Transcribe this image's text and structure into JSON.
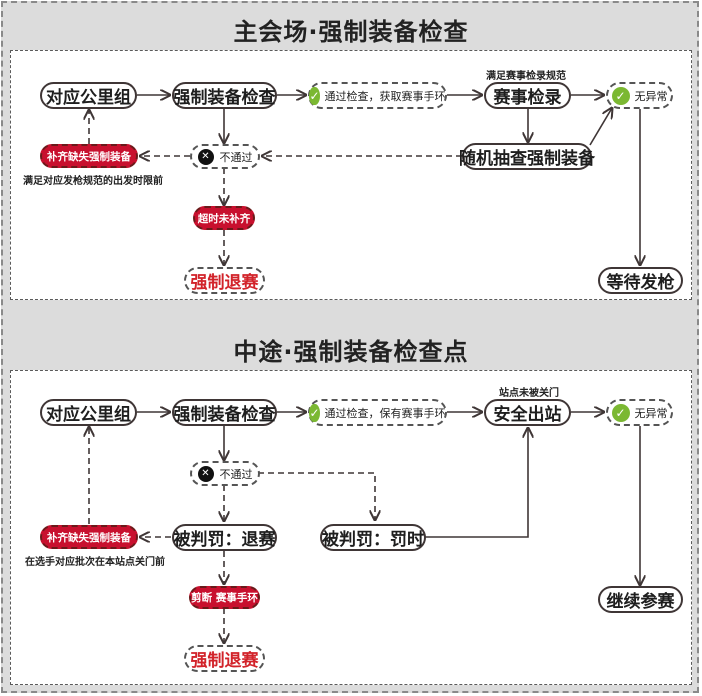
{
  "sections": [
    {
      "title": "主会场·强制装备检查",
      "nodes": {
        "start": "对应公里组",
        "check": "强制装备检查",
        "pass": "通过检查，获取赛事手环",
        "checkin": "赛事检录",
        "ok": "无异常",
        "fail": "不通过",
        "random_check": "随机抽查强制装备",
        "supplement": "补齐缺失强制装备",
        "timeout": "超时未补齐",
        "retire": "强制退赛",
        "end": "等待发枪"
      },
      "notes": {
        "checkin_condition": "满足赛事检录规范",
        "supplement_condition": "满足对应发枪规范的出发时限前"
      }
    },
    {
      "title": "中途·强制装备检查点",
      "nodes": {
        "start": "对应公里组",
        "check": "强制装备检查",
        "pass": "通过检查，保有赛事手环",
        "exit": "安全出站",
        "ok": "无异常",
        "fail": "不通过",
        "penalty_retire": "被判罚：退赛",
        "penalty_time": "被判罚：罚时",
        "supplement": "补齐缺失强制装备",
        "cut_band": "剪断 赛事手环",
        "retire": "强制退赛",
        "end": "继续参赛"
      },
      "notes": {
        "exit_condition": "站点未被关门",
        "supplement_condition": "在选手对应批次在本站点关门前"
      }
    }
  ],
  "icons": {
    "ok": "✓",
    "fail": "✕"
  },
  "colors": {
    "accent_red": "#c8102e",
    "ok_green": "#7bb832",
    "line": "#3f3636",
    "band": "#dcdcdc"
  }
}
